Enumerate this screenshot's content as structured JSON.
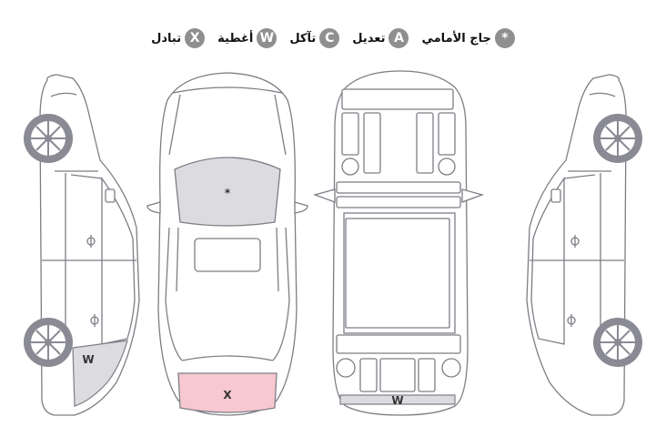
{
  "legend": [
    {
      "symbol": "*",
      "label": "جاج الأمامي"
    },
    {
      "symbol": "A",
      "label": "تعديل"
    },
    {
      "symbol": "C",
      "label": "تآكل"
    },
    {
      "symbol": "W",
      "label": "أغطية"
    },
    {
      "symbol": "X",
      "label": "تبادل"
    }
  ],
  "markers": {
    "windshield": "*",
    "front_bumper": "X",
    "left_rear_door": "W",
    "rear_bumper": "W"
  },
  "colors": {
    "outline": "#7d7d85",
    "windshield_fill": "#dcdce0",
    "front_bumper_fill": "#f7c8cf",
    "left_rear_door_fill": "#dcdce0",
    "rear_bumper_fill": "#dcdce0",
    "badge": "#8f8f8f"
  }
}
